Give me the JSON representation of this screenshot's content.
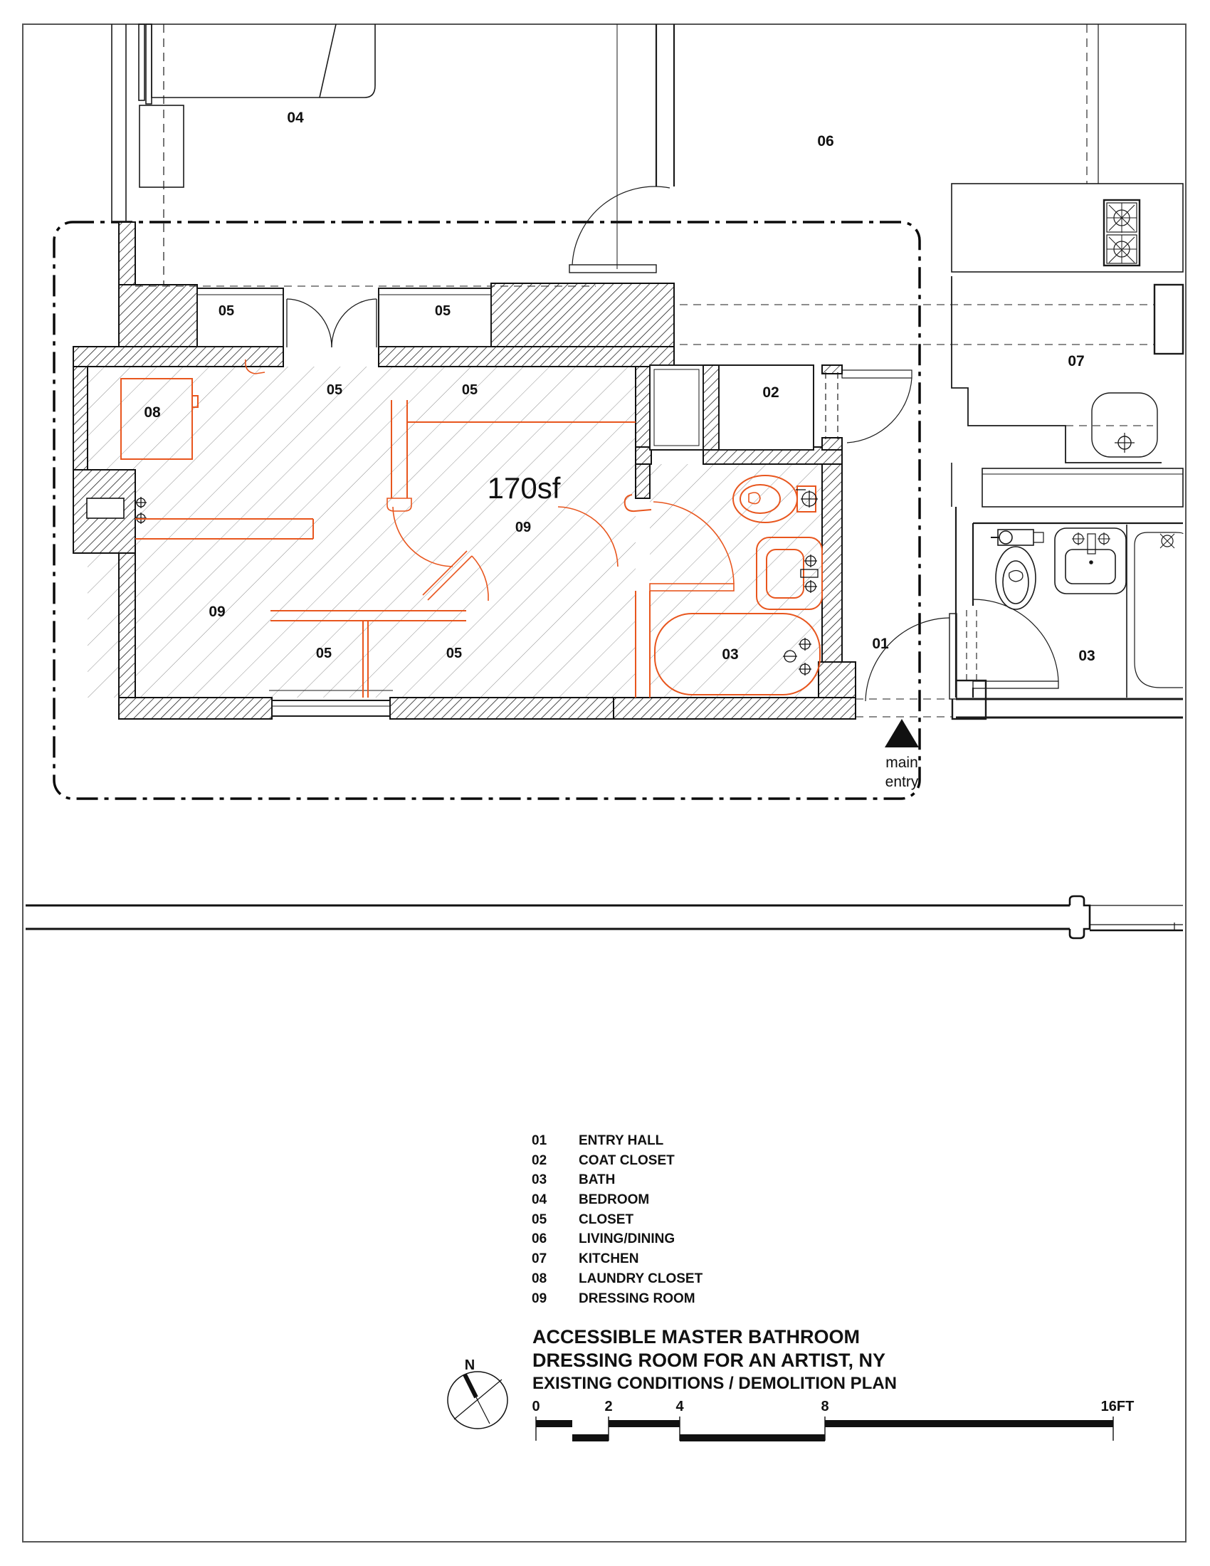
{
  "colors": {
    "demolition_orange": "#e8561e",
    "hatch_gray": "#909090",
    "line_black": "#111111"
  },
  "plan": {
    "area_label": "170sf",
    "main_entry_word1": "main",
    "main_entry_word2": "entry",
    "room_labels": [
      "04",
      "06",
      "07",
      "02",
      "08",
      "05",
      "05",
      "05",
      "05",
      "05",
      "05",
      "09",
      "09",
      "03",
      "01",
      "03"
    ]
  },
  "legend": {
    "items": [
      {
        "num": "01",
        "label": "ENTRY HALL"
      },
      {
        "num": "02",
        "label": "COAT CLOSET"
      },
      {
        "num": "03",
        "label": "BATH"
      },
      {
        "num": "04",
        "label": "BEDROOM"
      },
      {
        "num": "05",
        "label": "CLOSET"
      },
      {
        "num": "06",
        "label": "LIVING/DINING"
      },
      {
        "num": "07",
        "label": "KITCHEN"
      },
      {
        "num": "08",
        "label": "LAUNDRY CLOSET"
      },
      {
        "num": "09",
        "label": "DRESSING ROOM"
      }
    ]
  },
  "title": {
    "line1": "ACCESSIBLE MASTER BATHROOM",
    "line2": "DRESSING ROOM FOR AN ARTIST, NY",
    "line3": "EXISTING CONDITIONS / DEMOLITION PLAN"
  },
  "scale_bar": {
    "ticks": [
      "0",
      "2",
      "4",
      "8",
      "16FT"
    ]
  },
  "north": {
    "label": "N"
  }
}
